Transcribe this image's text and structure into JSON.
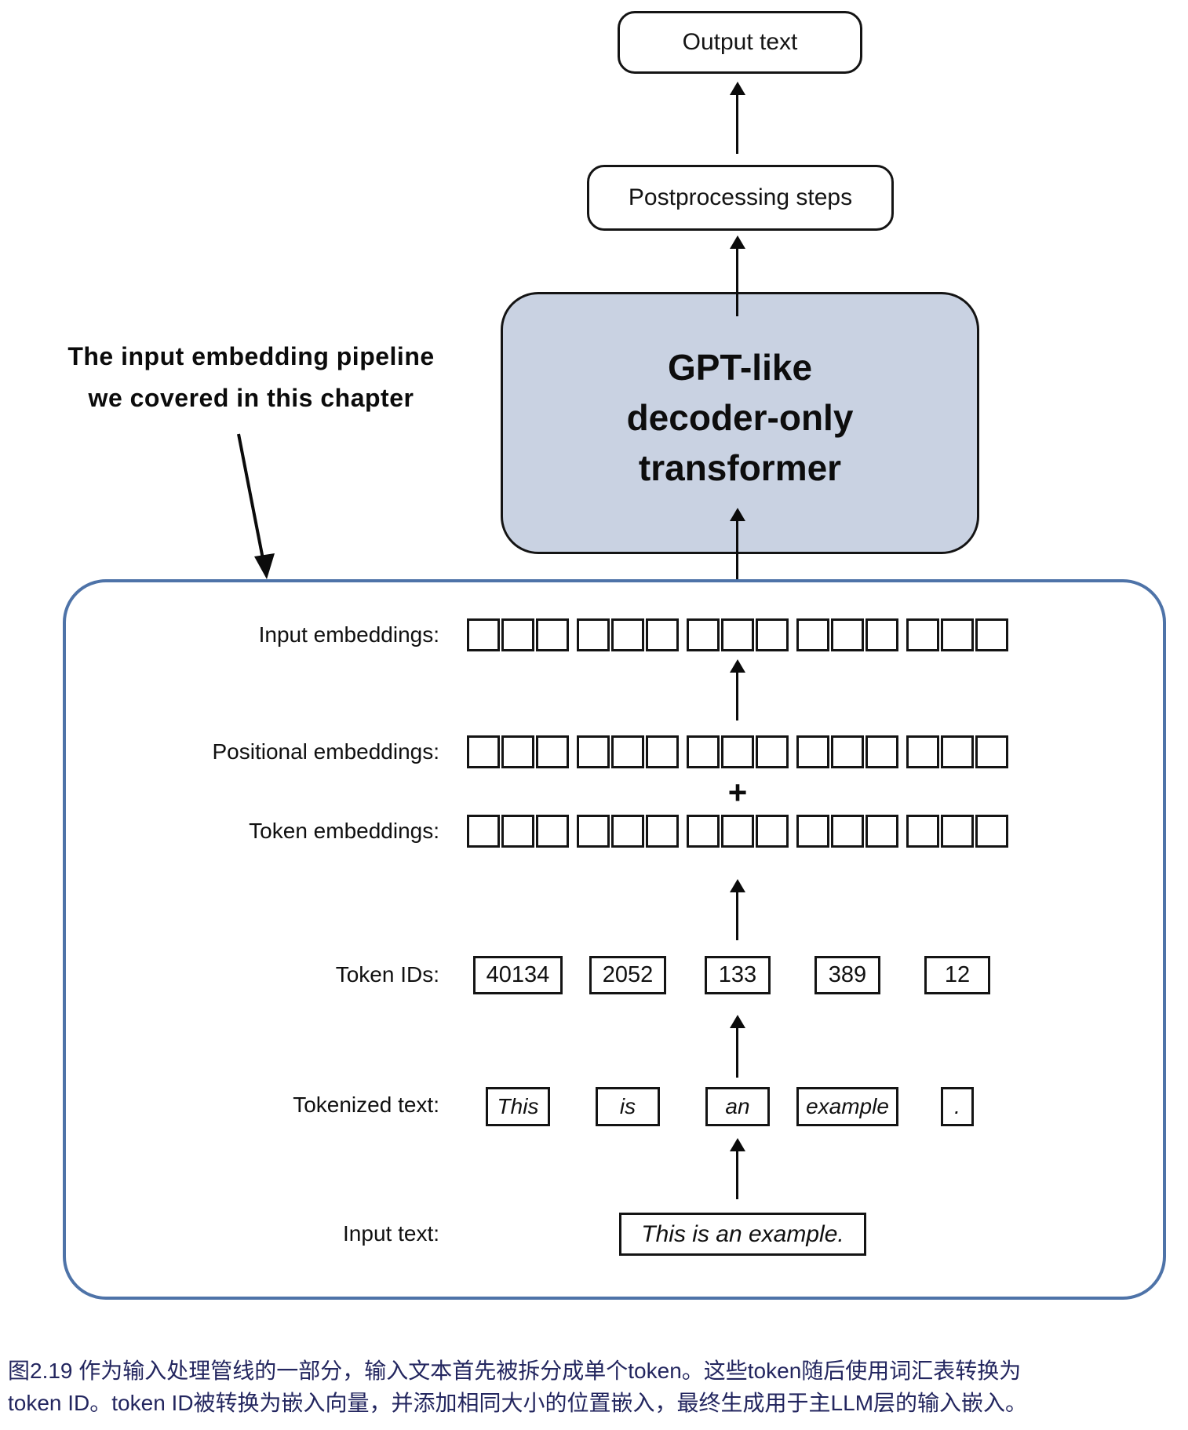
{
  "flow": {
    "output_text_label": "Output text",
    "postprocessing_label": "Postprocessing steps",
    "gpt_box": {
      "line1": "GPT-like",
      "line2": "decoder-only",
      "line3": "transformer"
    }
  },
  "annotation": {
    "line1": "The input embedding pipeline",
    "line2": "we covered in this chapter"
  },
  "pipeline": {
    "labels": {
      "input_embeddings": "Input embeddings:",
      "positional_embeddings": "Positional embeddings:",
      "token_embeddings": "Token embeddings:",
      "token_ids": "Token IDs:",
      "tokenized_text": "Tokenized text:",
      "input_text": "Input text:"
    },
    "plus_sign": "+",
    "token_ids": [
      "40134",
      "2052",
      "133",
      "389",
      "12"
    ],
    "tokens": [
      "This",
      "is",
      "an",
      "example",
      "."
    ],
    "input_sentence": "This is an example.",
    "embedding_groups": 5,
    "cells_per_group": 3
  },
  "caption": {
    "line1": "图2.19 作为输入处理管线的一部分，输入文本首先被拆分成单个token。这些token随后使用词汇表转换为",
    "line2": "token ID。token ID被转换为嵌入向量，并添加相同大小的位置嵌入，最终生成用于主LLM层的输入嵌入。"
  },
  "colors": {
    "gpt_fill": "#c9d2e2",
    "outer_border": "#4e73a8",
    "caption_text": "#23265f"
  }
}
